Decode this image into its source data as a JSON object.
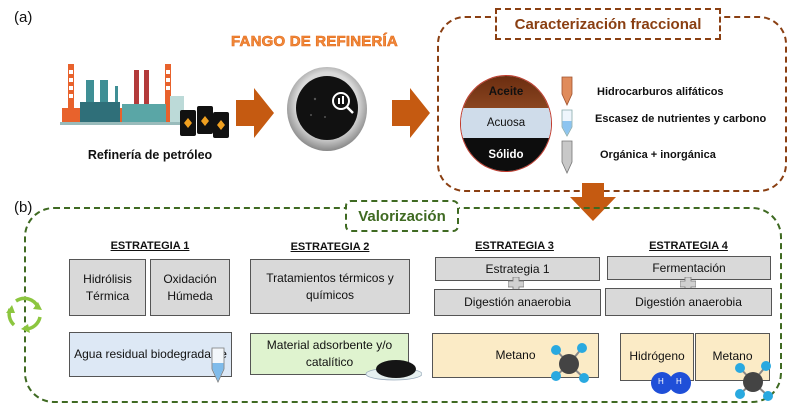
{
  "panel_a": {
    "label": "(a)",
    "sludge_title": "FANGO DE REFINERÍA",
    "refinery_caption": "Refinería de petróleo",
    "characterization": {
      "title": "Caracterización fraccional",
      "fractions": [
        {
          "name": "Aceite",
          "description": "Hidrocarburos alifáticos",
          "color": "#7a3412",
          "tube_color": "#e08c5c"
        },
        {
          "name": "Acuosa",
          "description": "Escasez de nutrientes y carbono",
          "color": "#cfdcea",
          "tube_color": "#a8cdf0"
        },
        {
          "name": "Sólido",
          "description": "Orgánica + inorgánica",
          "color": "#0d0d0d",
          "tube_color": "#b0b0b0"
        }
      ]
    }
  },
  "panel_b": {
    "label": "(b)",
    "title": "Valorización",
    "strategies": [
      {
        "title": "ESTRATEGIA 1",
        "processes": [
          "Hidrólisis Térmica",
          "Oxidación Húmeda"
        ],
        "outputs": [
          "Agua residual biodegradable"
        ]
      },
      {
        "title": "ESTRATEGIA 2",
        "processes": [
          "Tratamientos térmicos y químicos"
        ],
        "outputs": [
          "Material adsorbente y/o catalítico"
        ]
      },
      {
        "title": "ESTRATEGIA 3",
        "processes": [
          "Estrategia 1",
          "Digestión anaerobia"
        ],
        "outputs": [
          "Metano"
        ]
      },
      {
        "title": "ESTRATEGIA 4",
        "processes": [
          "Fermentación",
          "Digestión anaerobia"
        ],
        "outputs": [
          "Hidrógeno",
          "Metano"
        ]
      }
    ],
    "molecule_labels": {
      "hydrogen_atom": "H"
    }
  },
  "colors": {
    "brown_accent": "#8a3f12",
    "green_accent": "#3f6a22",
    "arrow_orange": "#c55a11",
    "title_orange": "#f08a3c",
    "gray_box": "#d9d9d9",
    "blue_output": "#dde8f5",
    "green_output": "#dff3cf",
    "yellow_output": "#fbebc6",
    "recycle_green": "#8cc63f"
  }
}
